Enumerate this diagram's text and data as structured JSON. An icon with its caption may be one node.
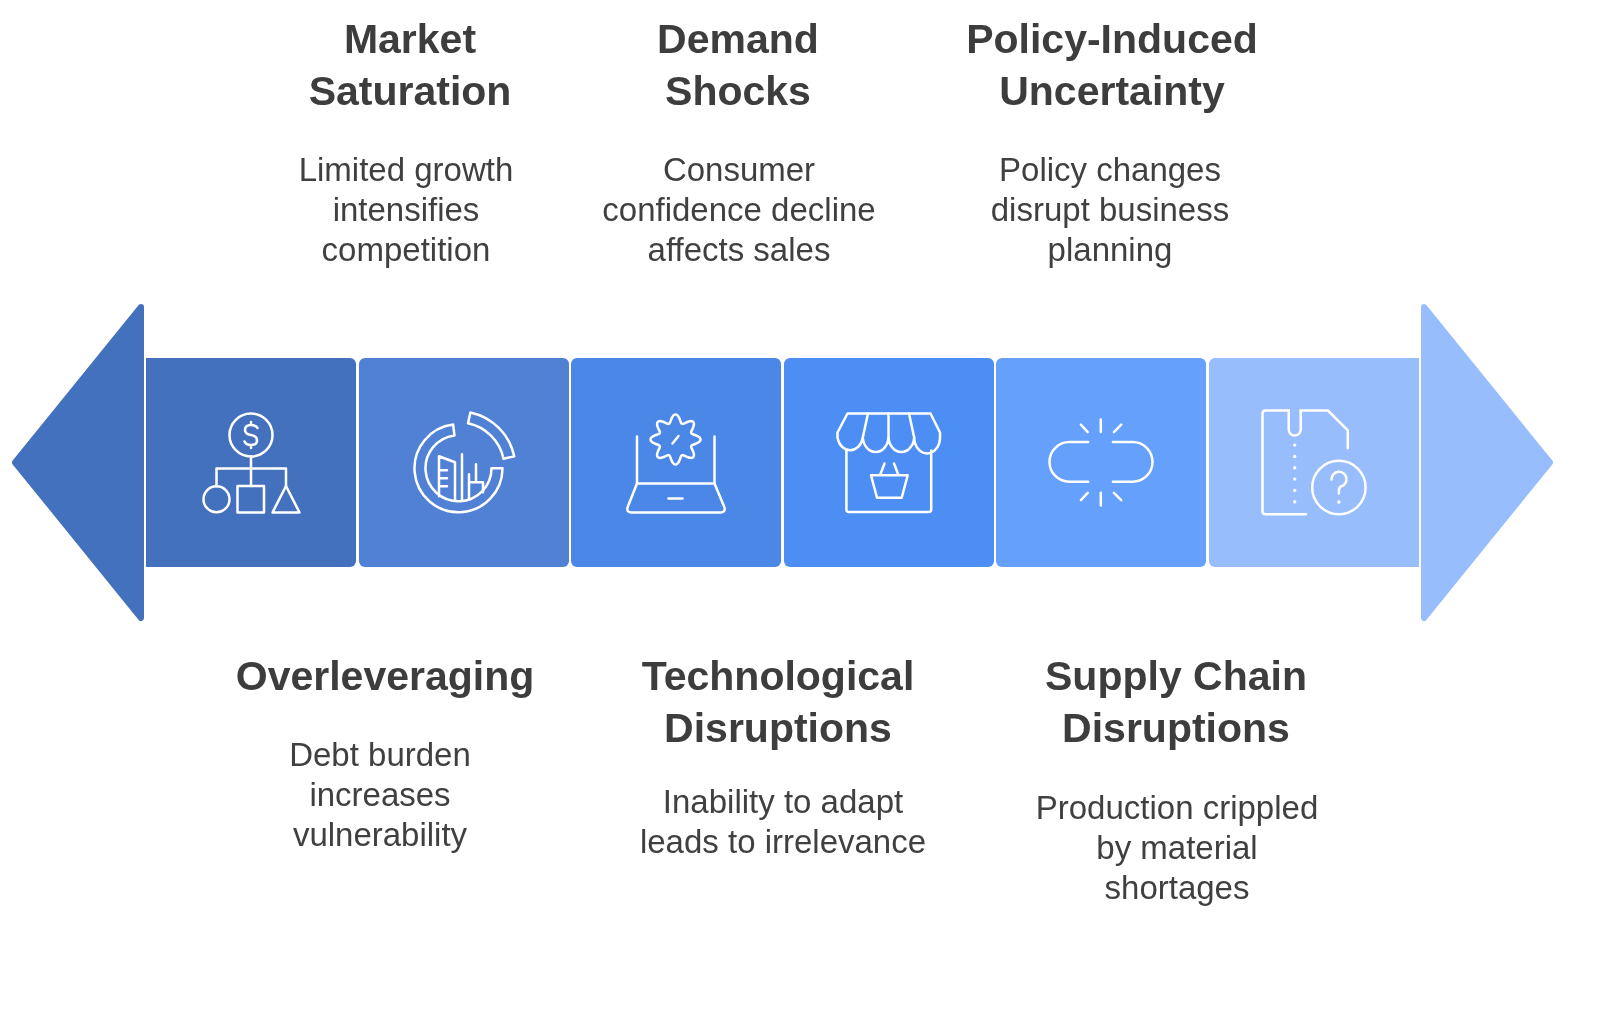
{
  "diagram": {
    "nodes": [
      {
        "text": [],
        "shape": "box",
        "beside": [
          "Overleveraging",
          "Debt burden increases vulnerability"
        ]
      },
      {
        "text": [],
        "shape": "box",
        "beside": [
          "Market Saturation",
          "Limited growth intensifies competition"
        ]
      },
      {
        "text": [],
        "shape": "box",
        "beside": [
          "Technological Disruptions",
          "Inability to adapt leads to irrelevance"
        ]
      },
      {
        "text": [],
        "shape": "box",
        "beside": [
          "Demand Shocks",
          "Consumer confidence decline affects sales"
        ]
      },
      {
        "text": [],
        "shape": "box",
        "beside": [
          "Supply Chain Disruptions",
          "Production crippled by material shortages"
        ]
      },
      {
        "text": [],
        "shape": "box",
        "beside": [
          "Policy-Induced Uncertainty",
          "Policy changes disrupt business planning"
        ]
      }
    ]
  }
}
